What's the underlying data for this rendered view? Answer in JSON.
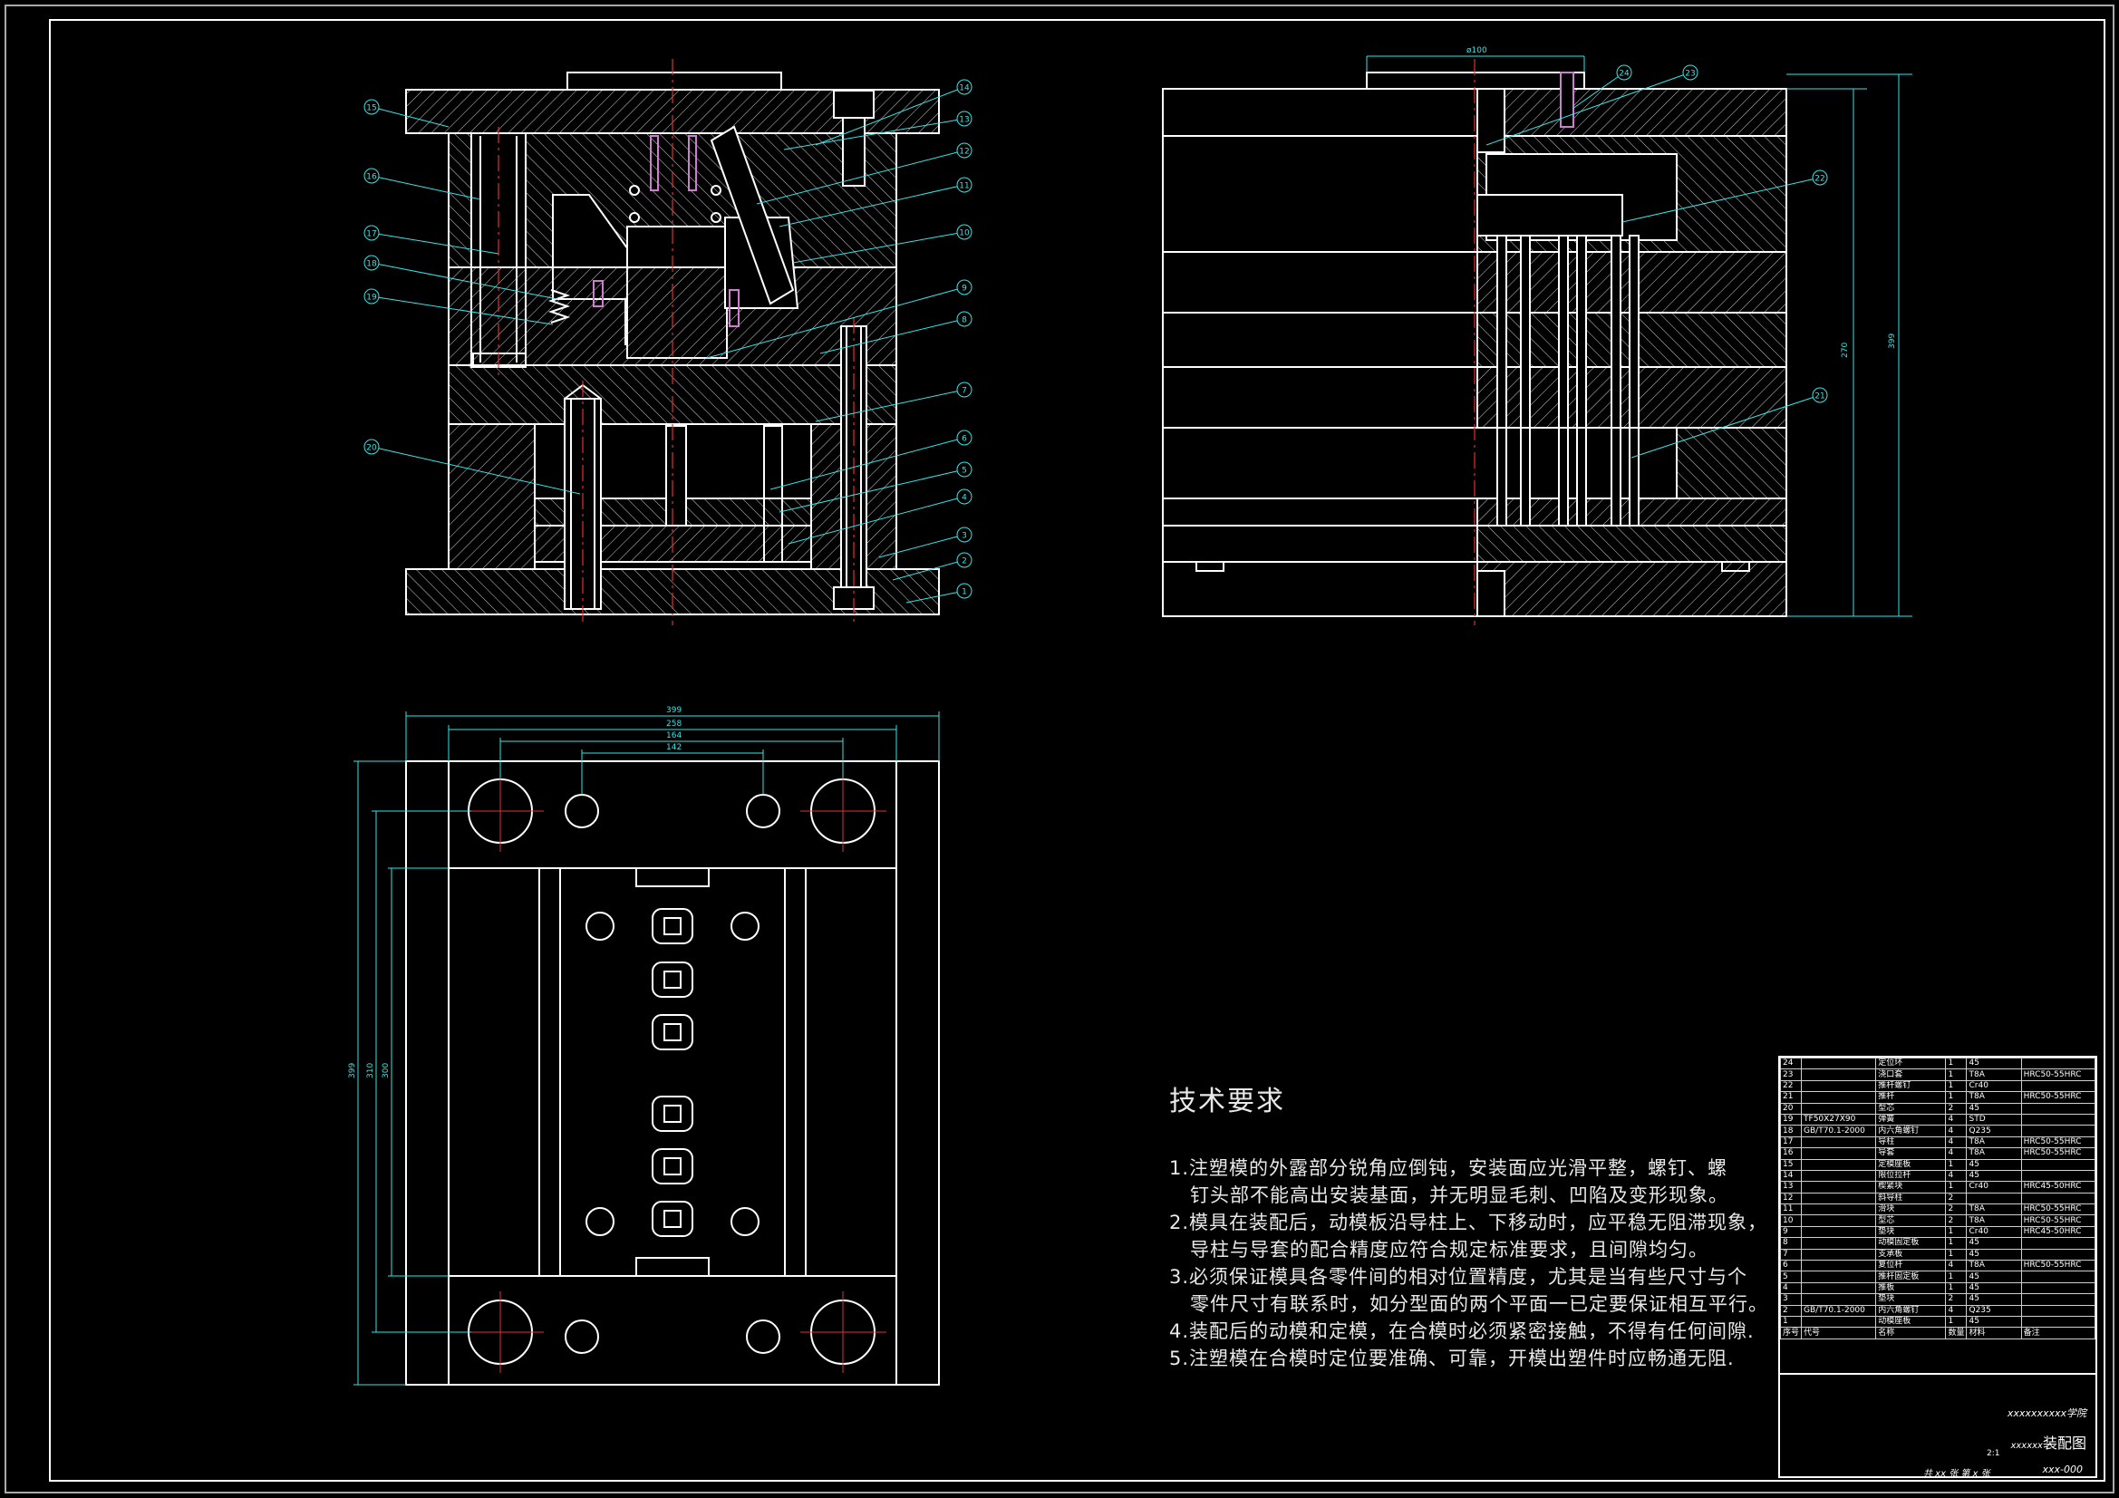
{
  "drawing": {
    "title": "装配图",
    "school": "xxxxxxxxxx学院",
    "prefix": "xxxxxx",
    "code": "xxx-000",
    "sheet": "共 xx 张  第 x 张",
    "scale": "2:1"
  },
  "tech_requirements": {
    "title": "技术要求",
    "lines": [
      "1.注塑模的外露部分锐角应倒钝，安装面应光滑平整，螺钉、螺",
      "   钉头部不能高出安装基面，并无明显毛刺、凹陷及变形现象。",
      "2.模具在装配后，动模板沿导柱上、下移动时，应平稳无阻滞现象，",
      "   导柱与导套的配合精度应符合规定标准要求，且间隙均匀。",
      "3.必须保证模具各零件间的相对位置精度，尤其是当有些尺寸与个",
      "   零件尺寸有联系时，如分型面的两个平面一已定要保证相互平行。",
      "4.装配后的动模和定模，在合模时必须紧密接触，不得有任何间隙.",
      "5.注塑模在合模时定位要准确、可靠，开模出塑件时应畅通无阻."
    ]
  },
  "bom": [
    {
      "no": "24",
      "std": "",
      "name": "定位环",
      "qty": "1",
      "mat": "45",
      "note": ""
    },
    {
      "no": "23",
      "std": "",
      "name": "浇口套",
      "qty": "1",
      "mat": "T8A",
      "note": "HRC50-55HRC"
    },
    {
      "no": "22",
      "std": "",
      "name": "推杆螺钉",
      "qty": "1",
      "mat": "Cr40",
      "note": ""
    },
    {
      "no": "21",
      "std": "",
      "name": "推杆",
      "qty": "1",
      "mat": "T8A",
      "note": "HRC50-55HRC"
    },
    {
      "no": "20",
      "std": "",
      "name": "型芯",
      "qty": "2",
      "mat": "45",
      "note": ""
    },
    {
      "no": "19",
      "std": "TF50X27X90",
      "name": "弹簧",
      "qty": "4",
      "mat": "STD",
      "note": ""
    },
    {
      "no": "18",
      "std": "GB/T70.1-2000",
      "name": "内六角螺钉",
      "qty": "4",
      "mat": "Q235",
      "note": ""
    },
    {
      "no": "17",
      "std": "",
      "name": "导柱",
      "qty": "4",
      "mat": "T8A",
      "note": "HRC50-55HRC"
    },
    {
      "no": "16",
      "std": "",
      "name": "导套",
      "qty": "4",
      "mat": "T8A",
      "note": "HRC50-55HRC"
    },
    {
      "no": "15",
      "std": "",
      "name": "定模座板",
      "qty": "1",
      "mat": "45",
      "note": ""
    },
    {
      "no": "14",
      "std": "",
      "name": "限位拉杆",
      "qty": "4",
      "mat": "45",
      "note": ""
    },
    {
      "no": "13",
      "std": "",
      "name": "楔紧块",
      "qty": "1",
      "mat": "Cr40",
      "note": "HRC45-50HRC"
    },
    {
      "no": "12",
      "std": "",
      "name": "斜导柱",
      "qty": "2",
      "mat": "",
      "note": ""
    },
    {
      "no": "11",
      "std": "",
      "name": "滑块",
      "qty": "2",
      "mat": "T8A",
      "note": "HRC50-55HRC"
    },
    {
      "no": "10",
      "std": "",
      "name": "型芯",
      "qty": "2",
      "mat": "T8A",
      "note": "HRC50-55HRC"
    },
    {
      "no": "9",
      "std": "",
      "name": "垫块",
      "qty": "1",
      "mat": "Cr40",
      "note": "HRC45-50HRC"
    },
    {
      "no": "8",
      "std": "",
      "name": "动模固定板",
      "qty": "1",
      "mat": "45",
      "note": ""
    },
    {
      "no": "7",
      "std": "",
      "name": "支承板",
      "qty": "1",
      "mat": "45",
      "note": ""
    },
    {
      "no": "6",
      "std": "",
      "name": "复位杆",
      "qty": "4",
      "mat": "T8A",
      "note": "HRC50-55HRC"
    },
    {
      "no": "5",
      "std": "",
      "name": "推杆固定板",
      "qty": "1",
      "mat": "45",
      "note": ""
    },
    {
      "no": "4",
      "std": "",
      "name": "推板",
      "qty": "1",
      "mat": "45",
      "note": ""
    },
    {
      "no": "3",
      "std": "",
      "name": "垫块",
      "qty": "2",
      "mat": "45",
      "note": ""
    },
    {
      "no": "2",
      "std": "GB/T70.1-2000",
      "name": "内六角螺钉",
      "qty": "4",
      "mat": "Q235",
      "note": ""
    },
    {
      "no": "1",
      "std": "",
      "name": "动模座板",
      "qty": "1",
      "mat": "45",
      "note": ""
    },
    {
      "no": "序号",
      "std": "代号",
      "name": "名称",
      "qty": "数量",
      "mat": "材料",
      "note": "备注"
    }
  ],
  "balloons_front": [
    "1",
    "2",
    "3",
    "4",
    "5",
    "6",
    "7",
    "8",
    "9",
    "10",
    "11",
    "12",
    "13",
    "14",
    "15",
    "16",
    "17",
    "18",
    "19",
    "20"
  ],
  "balloons_side": [
    "21",
    "22",
    "23",
    "24"
  ],
  "dims_top": [
    "399",
    "258",
    "164",
    "142"
  ],
  "dims_side": [
    "399",
    "310",
    "300"
  ],
  "dims_right": [
    "270",
    "399"
  ],
  "dim_top_small": "ø100",
  "colors": {
    "line": "#ffffff",
    "leader": "#33e6e6",
    "center": "#e23030",
    "hatch": "#d0d0d0",
    "accent": "#d07cd0"
  }
}
